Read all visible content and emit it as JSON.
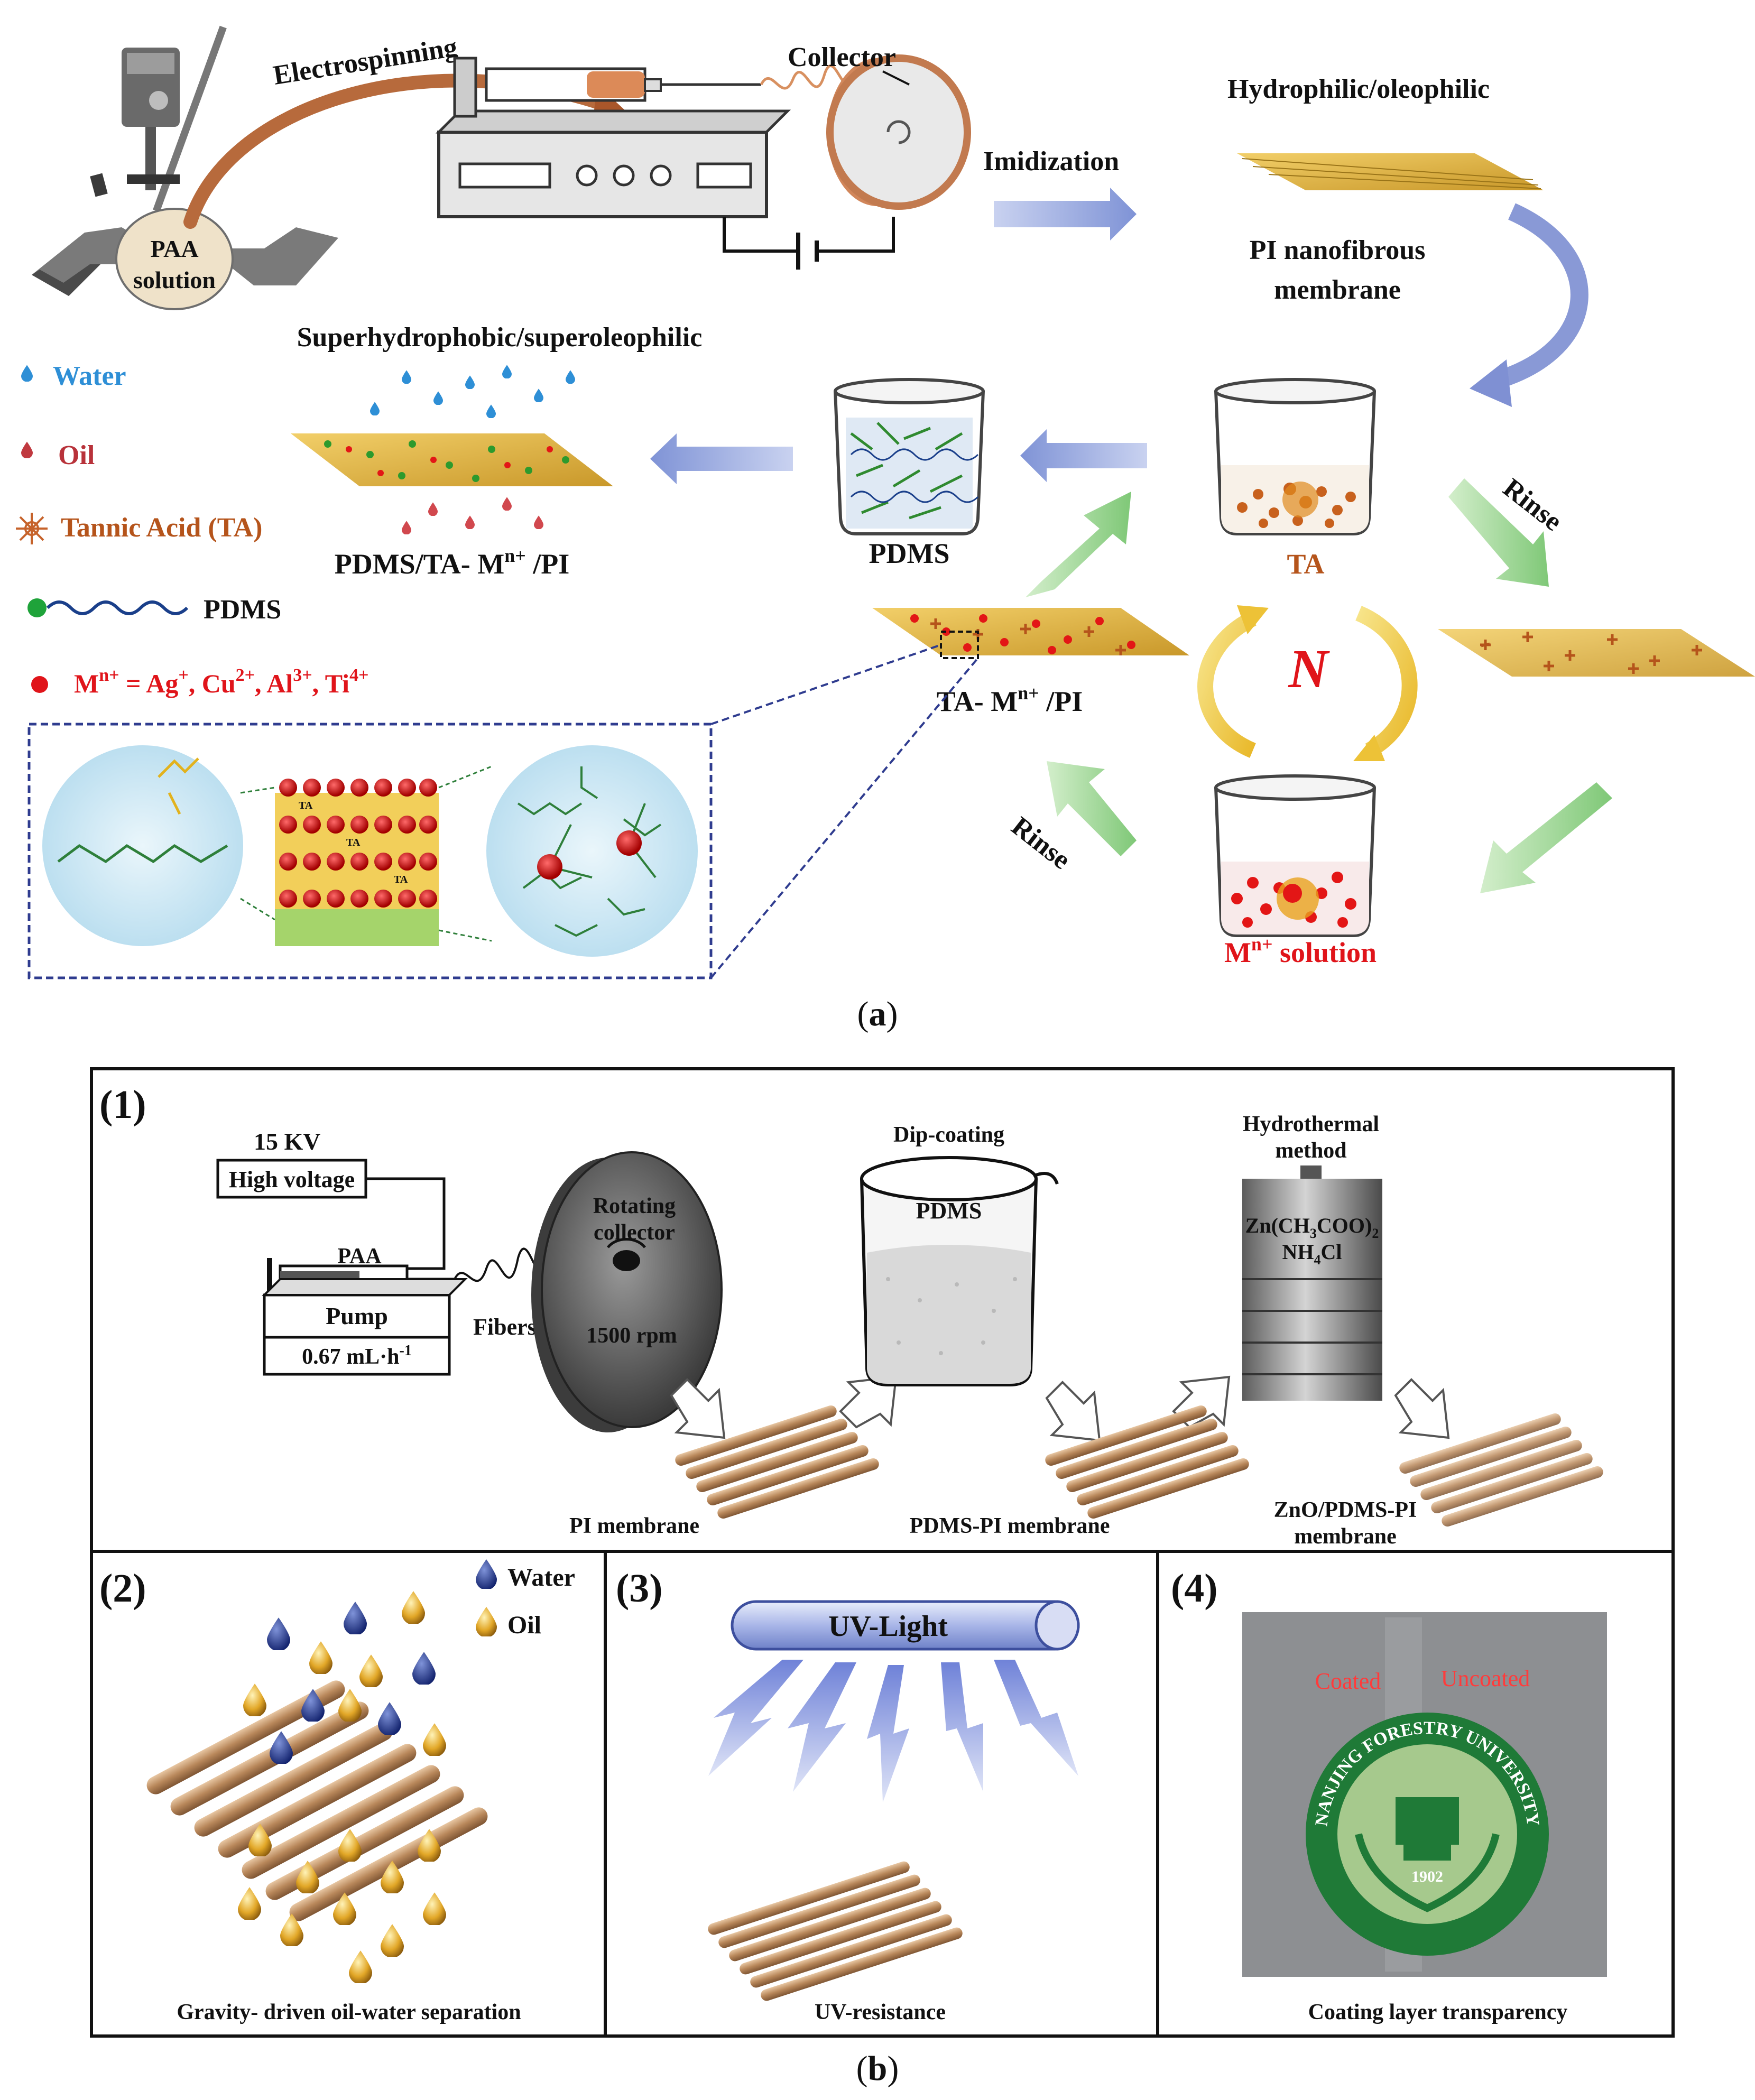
{
  "panel_a": {
    "electrospinning": "Electrospinning",
    "collector": "Collector",
    "paa_solution_line1": "PAA",
    "paa_solution_line2": "solution",
    "imidization": "Imidization",
    "hydrophilic": "Hydrophilic/oleophilic",
    "pi_membrane_line1": "PI nanofibrous",
    "pi_membrane_line2": "membrane",
    "superhydrophobic": "Superhydrophobic/superoleophilic",
    "legend": {
      "water": "Water",
      "oil": "Oil",
      "ta": "Tannic Acid (TA)",
      "pdms": "PDMS",
      "metal_prefix": "M",
      "metal_sup": "n+",
      "metal_rest": " = Ag",
      "ag_sup": "+",
      "cu": ",  Cu",
      "cu_sup": "2+",
      "al": ",  Al",
      "al_sup": "3+",
      "ti": ",  Ti",
      "ti_sup": "4+"
    },
    "product_label_pre": "PDMS/TA- M",
    "product_label_sup": "n+",
    "product_label_post": " /PI",
    "pdms_beaker": "PDMS",
    "ta_beaker": "TA",
    "rinse_top": "Rinse",
    "rinse_bottom": "Rinse",
    "cycle": "N",
    "ta_m_label_pre": "TA- M",
    "ta_m_label_sup": "n+",
    "ta_m_label_post": " /PI",
    "m_solution_pre": "M",
    "m_solution_sup": "n+",
    "m_solution_post": "  solution",
    "ta_block": "TA",
    "caption": "(a)",
    "caption_letter": "a",
    "colors": {
      "water": "#2e8fd6",
      "oil": "#b8323a",
      "ta": "#b5541b",
      "pdms": "#1a3f8a",
      "metal": "#e0141a",
      "arrow_blue": "#8d9fdc",
      "arrow_green": "#8fcf86",
      "arrow_yellow": "#f2cf4a"
    }
  },
  "panel_b": {
    "s1": {
      "label": "(1)",
      "voltage": "15 KV",
      "high_voltage": "High voltage",
      "paa": "PAA",
      "pump": "Pump",
      "flow_rate": "0.67 mL·h",
      "flow_sup": "-1",
      "fibers": "Fibers",
      "rotating_line1": "Rotating",
      "rotating_line2": "collector",
      "rpm": "1500 rpm",
      "dip_coating": "Dip-coating",
      "pdms": "PDMS",
      "hydro_line1": "Hydrothermal",
      "hydro_line2": "method",
      "zn": "Zn(CH",
      "zn_sub3": "3",
      "zn_mid": "COO)",
      "zn_sub2": "2",
      "nh": "NH",
      "nh_sub": "4",
      "nh_post": "Cl",
      "pi_membrane": "PI membrane",
      "pdms_pi": "PDMS-PI membrane",
      "zno_line1": "ZnO/PDMS-PI",
      "zno_line2": "membrane"
    },
    "s2": {
      "label": "(2)",
      "water": "Water",
      "oil": "Oil",
      "caption": "Gravity- driven oil-water separation"
    },
    "s3": {
      "label": "(3)",
      "uv": "UV-Light",
      "caption": "UV-resistance"
    },
    "s4": {
      "label": "(4)",
      "coated": "Coated",
      "uncoated": "Uncoated",
      "university": "NANJING FORESTRY UNIVERSITY",
      "year": "1902",
      "caption": "Coating layer transparency"
    },
    "caption": "(b)",
    "caption_letter": "b"
  }
}
